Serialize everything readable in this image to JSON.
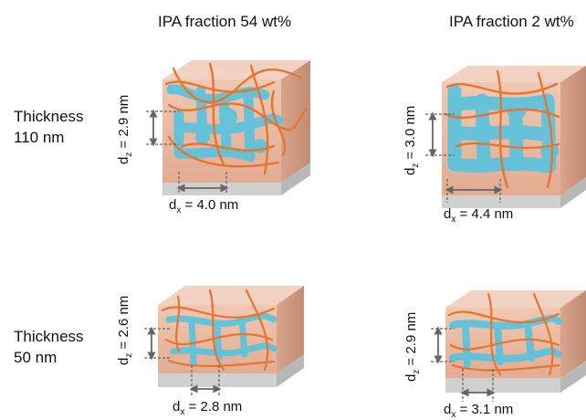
{
  "columns": [
    {
      "title": "IPA fraction 54 wt%"
    },
    {
      "title": "IPA fraction 2 wt%"
    }
  ],
  "rows": [
    {
      "title_line1": "Thickness",
      "title_line2": "110 nm"
    },
    {
      "title_line1": "Thickness",
      "title_line2": "50 nm"
    }
  ],
  "panels": [
    {
      "dz_symbol": "d",
      "dz_sub": "z",
      "dz_value": " = 2.9 nm",
      "dx_symbol": "d",
      "dx_sub": "x",
      "dx_value": " = 4.0 nm"
    },
    {
      "dz_symbol": "d",
      "dz_sub": "z",
      "dz_value": " = 3.0 nm",
      "dx_symbol": "d",
      "dx_sub": "x",
      "dx_value": " = 4.4 nm"
    },
    {
      "dz_symbol": "d",
      "dz_sub": "z",
      "dz_value": " = 2.6 nm",
      "dx_symbol": "d",
      "dx_sub": "x",
      "dx_value": " = 2.8 nm"
    },
    {
      "dz_symbol": "d",
      "dz_sub": "z",
      "dz_value": " = 2.9 nm",
      "dx_symbol": "d",
      "dx_sub": "x",
      "dx_value": " = 3.1 nm"
    }
  ],
  "colors": {
    "block_front": "#e8b8a0",
    "block_top": "#f2d2c2",
    "block_side": "#c9937c",
    "substrate": "#d4d4d4",
    "fiber": "#e8742e",
    "domain": "#5ec3dc",
    "arrow": "#666666"
  }
}
